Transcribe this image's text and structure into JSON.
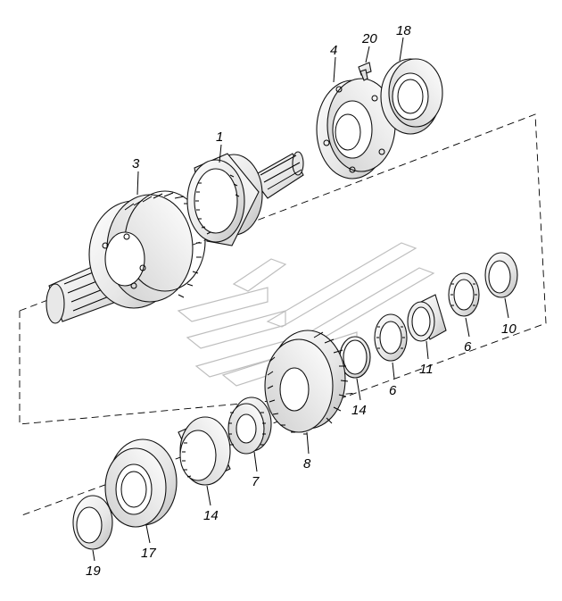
{
  "labels": {
    "l1": "1",
    "l3": "3",
    "l4": "4",
    "l20": "20",
    "l18": "18",
    "l10": "10",
    "l6a": "6",
    "l11": "11",
    "l6b": "6",
    "l14a": "14",
    "l8": "8",
    "l7": "7",
    "l14b": "14",
    "l17": "17",
    "l19": "19"
  },
  "colors": {
    "line": "#000000",
    "part_fill": "#f4f4f4",
    "part_shade": "#d6d6d6",
    "watermark": "#8a8a8a"
  }
}
